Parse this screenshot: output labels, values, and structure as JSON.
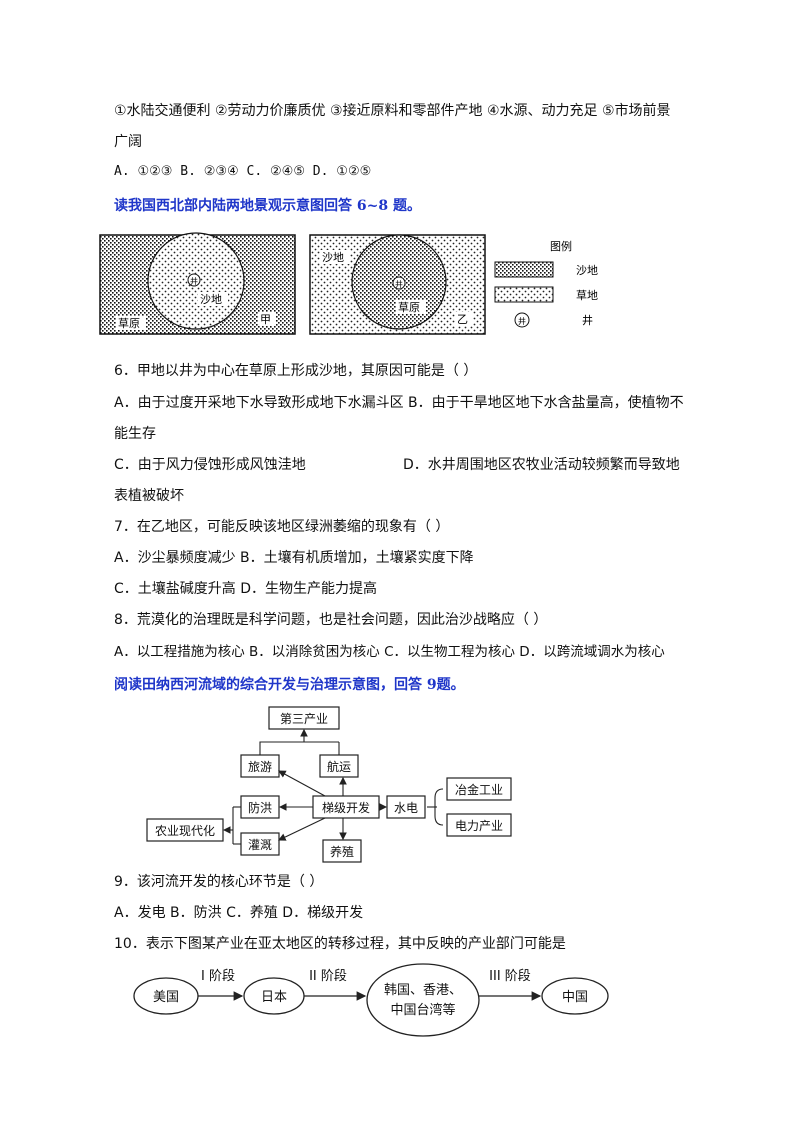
{
  "q5": {
    "options_line1": "①水陆交通便利 ②劳动力价廉质优 ③接近原料和零部件产地 ④水源、动力充足 ⑤市场前景",
    "options_line2": "广阔",
    "choices": "A. ①②③ B. ②③④ C. ②④⑤ D. ①②⑤"
  },
  "intro_6_8": "读我国西北部内陆两地景观示意图回答 6~8 题。",
  "fig1": {
    "jia_sand": "沙地",
    "jia_grass": "草原",
    "jia_label": "甲",
    "yi_sand": "沙地",
    "yi_grass": "草原",
    "yi_label": "乙",
    "well": "井",
    "legend_title": "图例",
    "legend_sand": "沙地",
    "legend_grass": "草地",
    "legend_well": "井"
  },
  "q6": {
    "stem": "6．甲地以井为中心在草原上形成沙地，其原因可能是（ ）",
    "a_b_line1": "A．由于过度开采地下水导致形成地下水漏斗区 B．由于干旱地区地下水含盐量高，使植物不",
    "a_b_line2": "能生存",
    "c": "C．由于风力侵蚀形成风蚀洼地",
    "d_line1": "D．水井周围地区农牧业活动较频繁而导致地",
    "d_line2": "表植被破坏"
  },
  "q7": {
    "stem": "7．在乙地区，可能反映该地区绿洲萎缩的现象有（ ）",
    "ab": "A．沙尘暴频度减少 B．土壤有机质增加，土壤紧实度下降",
    "cd": "C．土壤盐碱度升高 D．生物生产能力提高"
  },
  "q8": {
    "stem": "8．荒漠化的治理既是科学问题，也是社会问题，因此治沙战略应（ ）",
    "choices": "A．以工程措施为核心 B．以消除贫困为核心 C．以生物工程为核心 D．以跨流域调水为核心"
  },
  "intro_9": "阅读田纳西河流域的综合开发与治理示意图，回答 9题。",
  "fig2": {
    "tertiary": "第三产业",
    "tourism": "旅游",
    "shipping": "航运",
    "flood": "防洪",
    "cascade": "梯级开发",
    "hydro": "水电",
    "metallurgy": "冶金工业",
    "power": "电力产业",
    "agri": "农业现代化",
    "irrigation": "灌溉",
    "aquaculture": "养殖"
  },
  "q9": {
    "stem": "9．该河流开发的核心环节是（ ）",
    "choices": "A．发电 B．防洪 C．养殖 D．梯级开发"
  },
  "q10": {
    "stem": "10．表示下图某产业在亚太地区的转移过程，其中反映的产业部门可能是"
  },
  "fig3": {
    "usa": "美国",
    "japan": "日本",
    "nie_line1": "韩国、香港、",
    "nie_line2": "中国台湾等",
    "china": "中国",
    "stage1": "I 阶段",
    "stage2": "II 阶段",
    "stage3": "III 阶段"
  }
}
